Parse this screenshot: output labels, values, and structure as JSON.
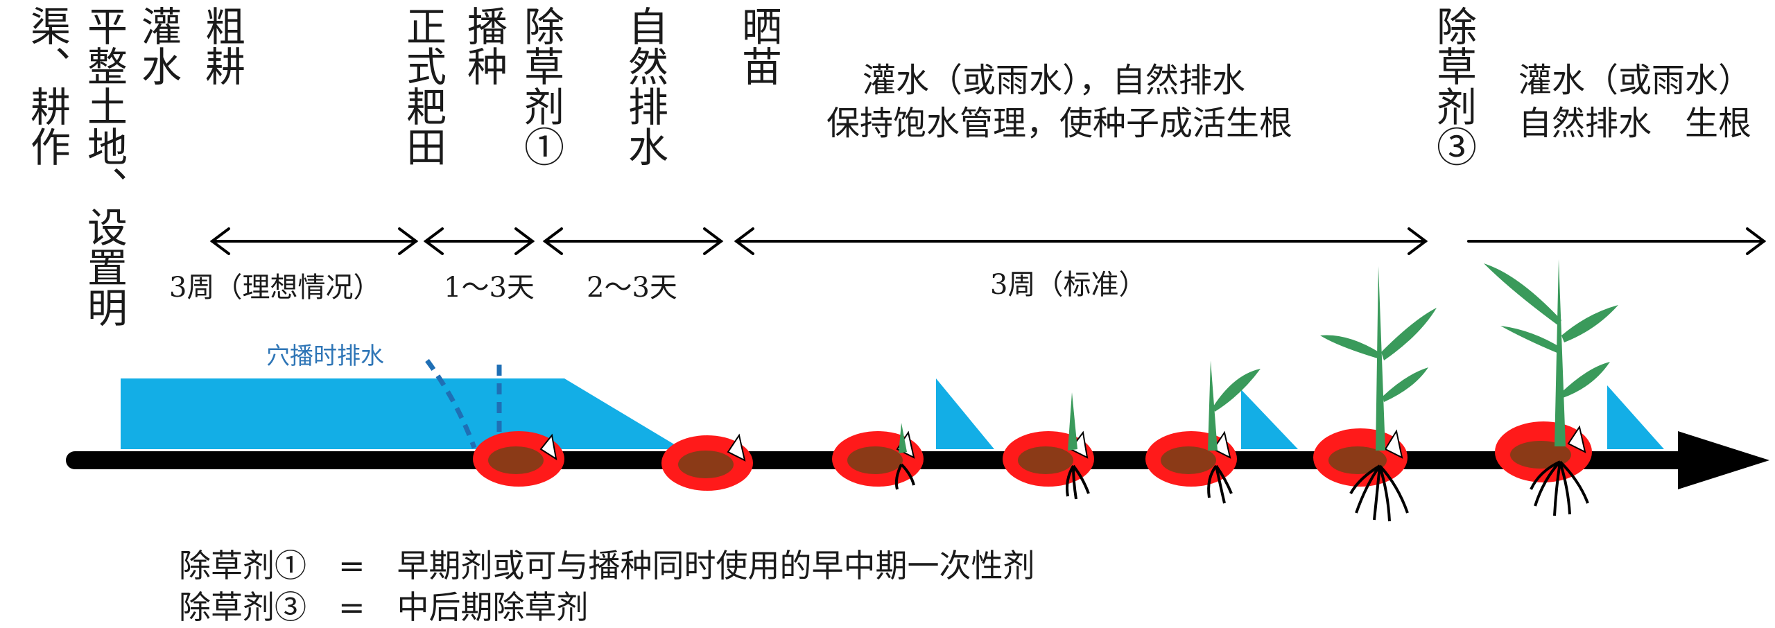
{
  "columns": [
    {
      "id": "c1",
      "text": "渠、耕作"
    },
    {
      "id": "c2",
      "text": "平整土地、设置明"
    },
    {
      "id": "c3",
      "text": "灌水"
    },
    {
      "id": "c4",
      "text": "粗耕"
    },
    {
      "id": "c5",
      "text": "正式耙田"
    },
    {
      "id": "c6",
      "text": "播种"
    },
    {
      "id": "c7",
      "text": "除草剂①"
    },
    {
      "id": "c8",
      "text": "自然排水"
    },
    {
      "id": "c9",
      "text": "晒苗"
    },
    {
      "id": "c10",
      "text": "除草剂③"
    }
  ],
  "phase_text": {
    "middle_line1": "灌水（或雨水），自然排水",
    "middle_line2": "保持饱水管理，使种子成活生根",
    "right_line1": "灌水（或雨水）",
    "right_line2": "自然排水　生根"
  },
  "durations": {
    "d1": "3周（理想情况）",
    "d2": "1～3天",
    "d3": "2～3天",
    "d4": "3周（标准）"
  },
  "drain_note": "穴播时排水",
  "legend": {
    "line1": "除草剂①　=　早期剂或可与播种同时使用的早中期一次性剂",
    "line2": "除草剂③　=　中后期除草剂"
  },
  "colors": {
    "water": "#13aee6",
    "seed_ring": "#ff1a1a",
    "seed_core": "#8b3a17",
    "seedling": "#3a9a5b",
    "dashed": "#1f6fb5",
    "timeline": "#000000"
  }
}
